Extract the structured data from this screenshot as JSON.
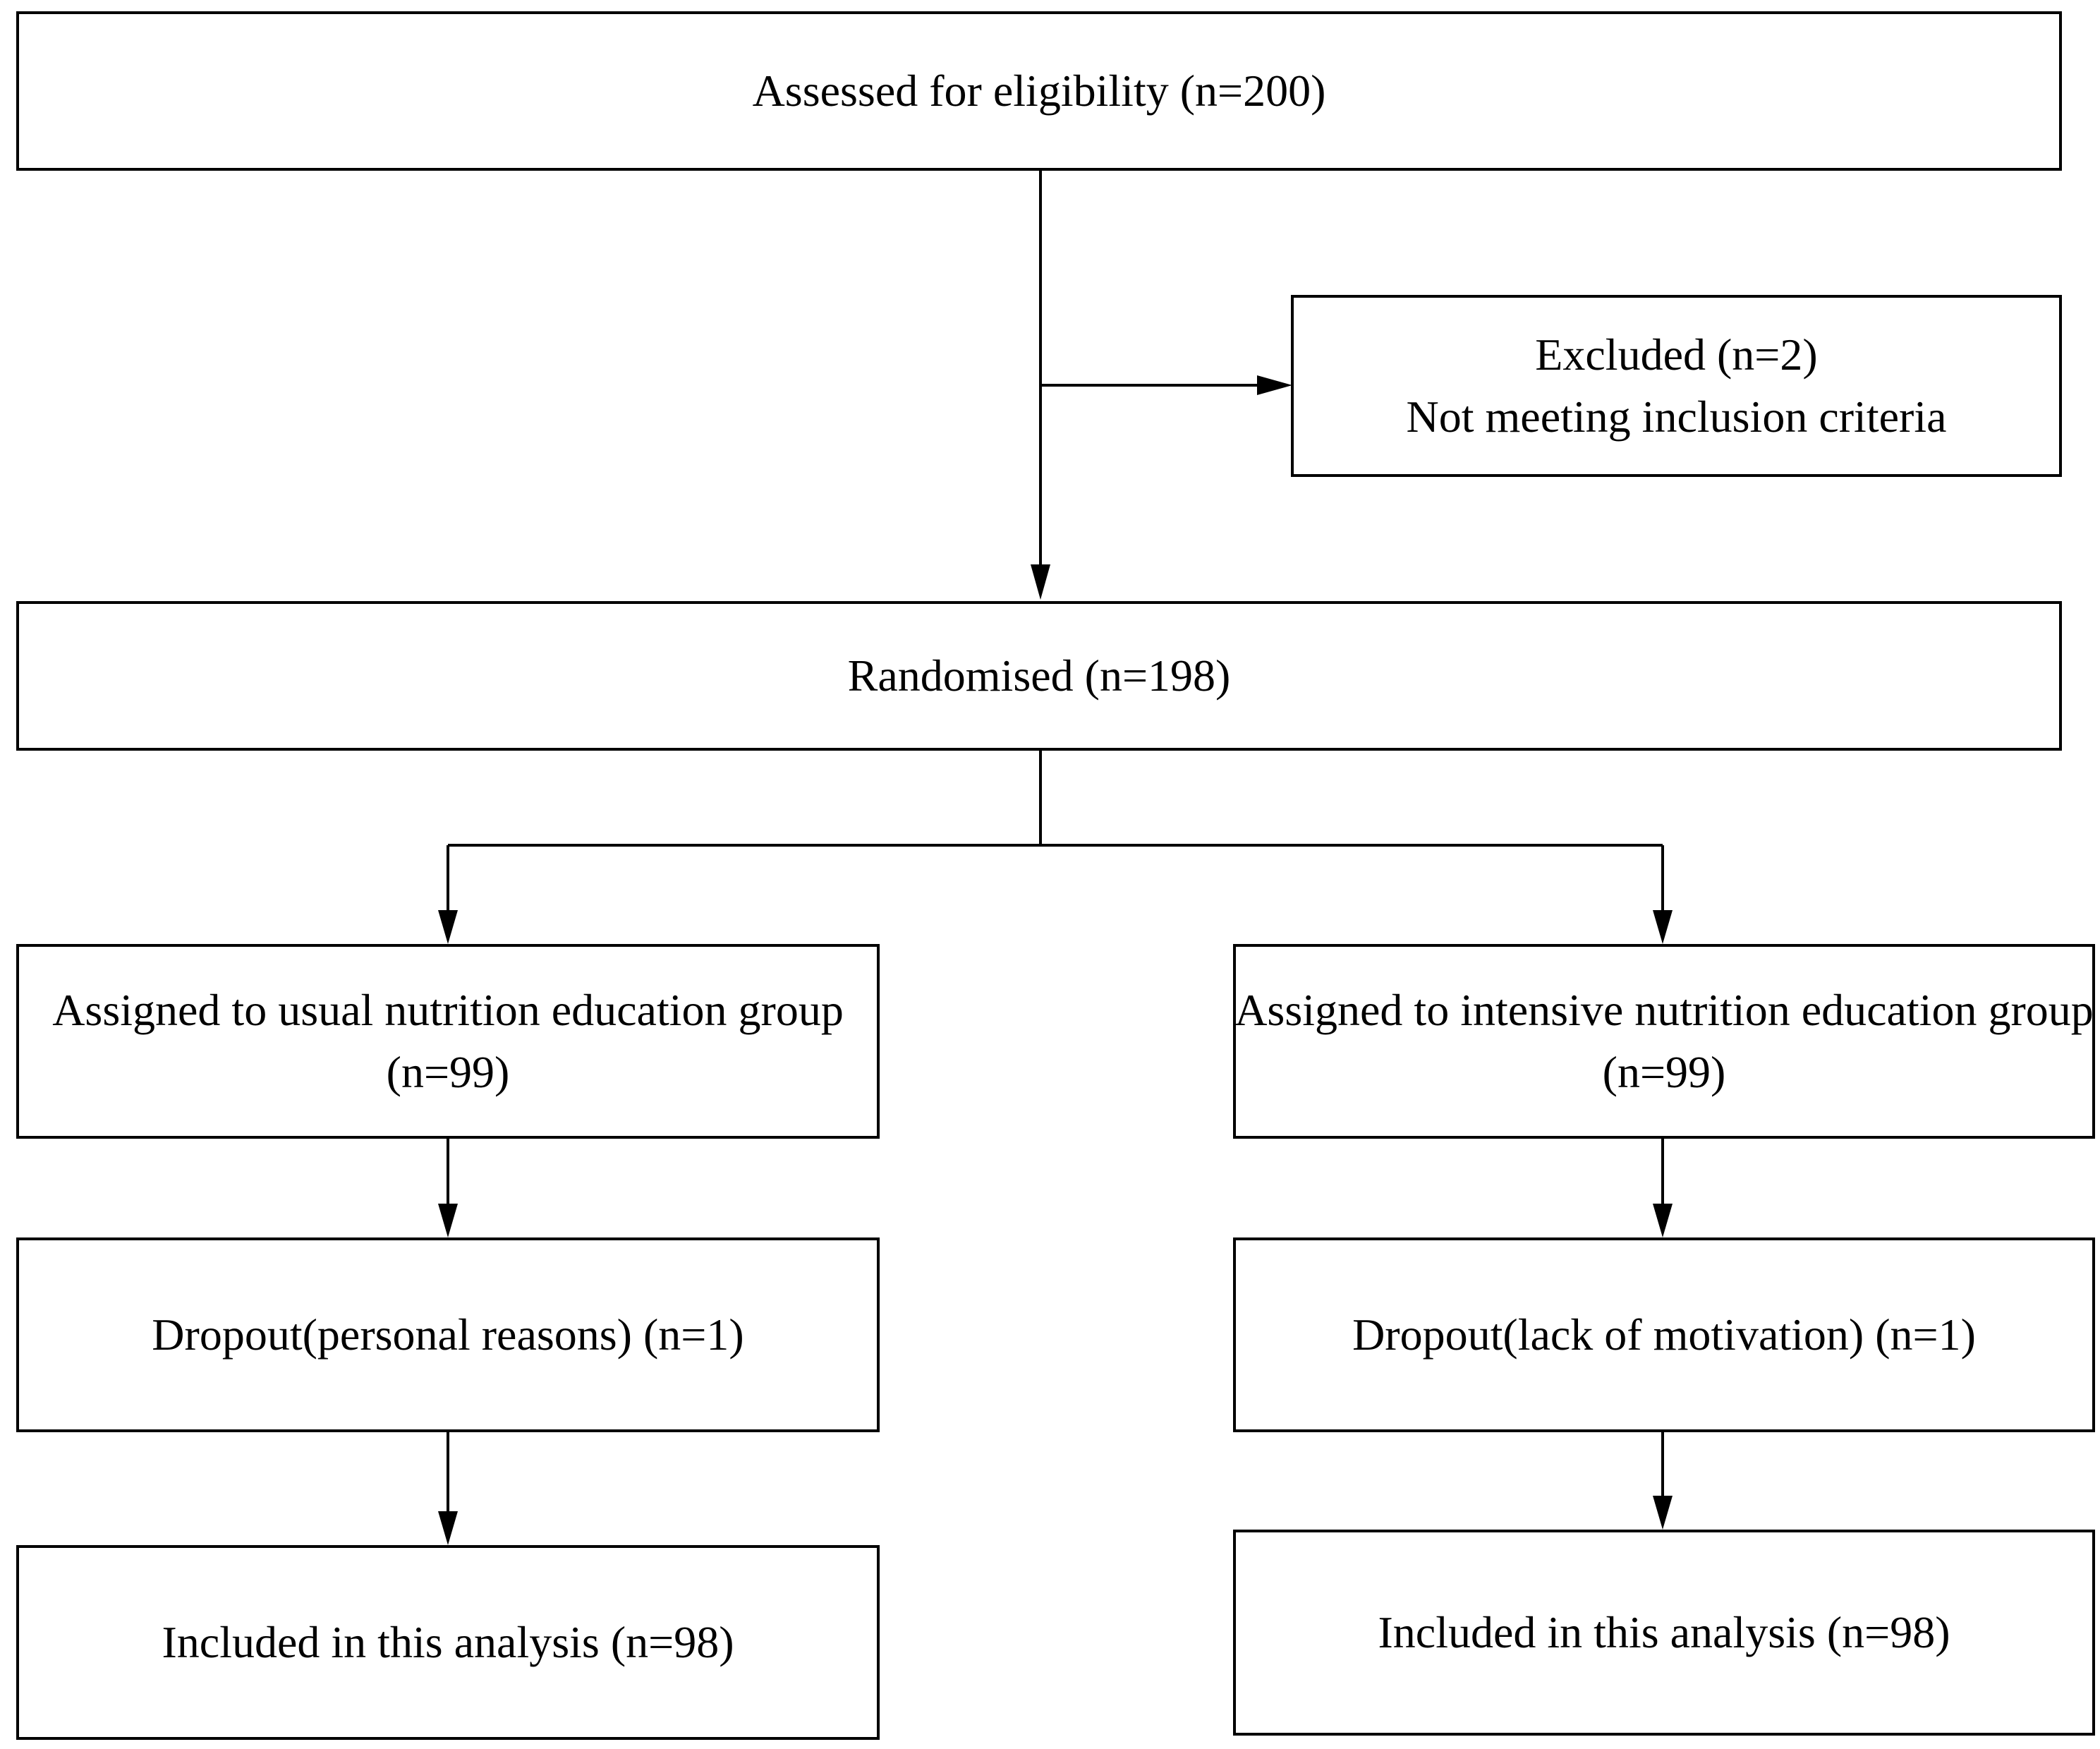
{
  "flowchart": {
    "assessed": {
      "line1": "Assessed for eligibility (n=200)"
    },
    "excluded": {
      "line1": "Excluded (n=2)",
      "line2": "Not meeting inclusion criteria"
    },
    "randomised": {
      "line1": "Randomised (n=198)"
    },
    "usual_group": {
      "assigned": {
        "line1": "Assigned to usual nutrition education group",
        "line2": "(n=99)"
      },
      "dropout": {
        "line1": "Dropout(personal reasons) (n=1)"
      },
      "included": {
        "line1": "Included in this analysis (n=98)"
      }
    },
    "intensive_group": {
      "assigned": {
        "line1": "Assigned to intensive nutrition education group",
        "line2": "(n=99)"
      },
      "dropout": {
        "line1": "Dropout(lack of motivation) (n=1)"
      },
      "included": {
        "line1": "Included in this analysis (n=98)"
      }
    }
  }
}
